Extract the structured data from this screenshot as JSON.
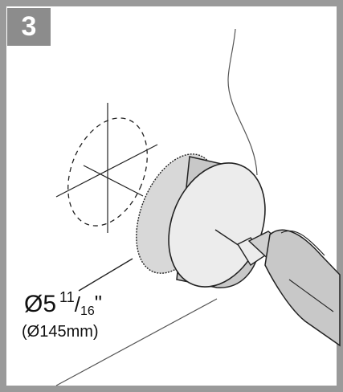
{
  "step": {
    "number": "3"
  },
  "dimension": {
    "diameter_symbol": "Ø5",
    "fraction_numerator": "11",
    "fraction_slash": "/",
    "fraction_denominator": "16",
    "unit_mark": "\"",
    "metric": "(Ø145mm)"
  },
  "colors": {
    "frame": "#9a9a9a",
    "badge": "#8c8c8c",
    "line": "#1a1a1a",
    "tool_fill": "#c8c8c8",
    "tool_face": "#ececec"
  },
  "icons": [
    "hole-saw-icon",
    "drill-icon",
    "cut-circle-outline-icon"
  ]
}
